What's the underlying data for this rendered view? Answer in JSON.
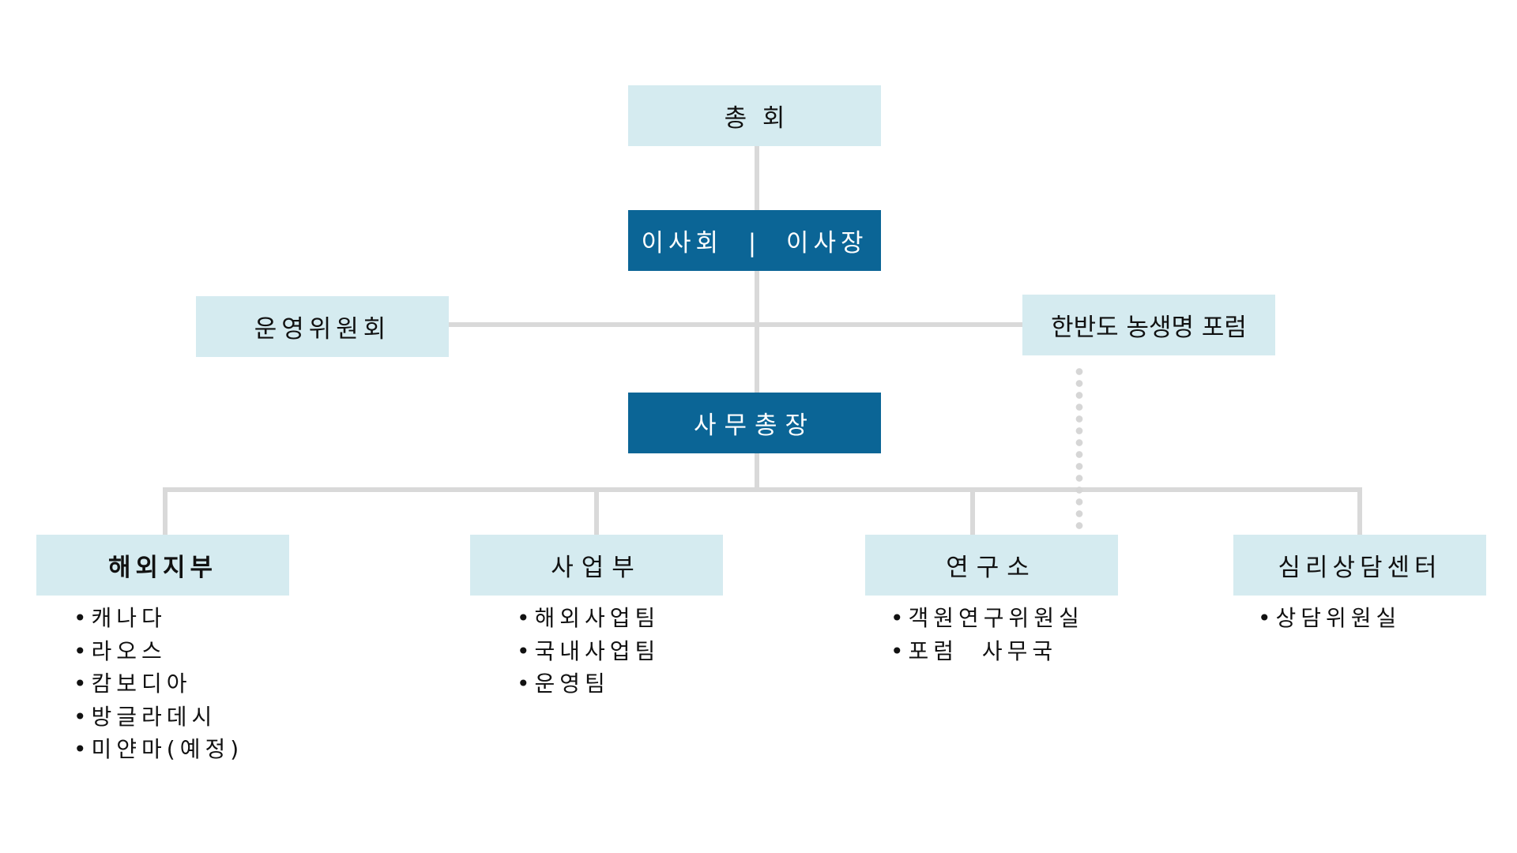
{
  "nodes": {
    "general_assembly": "총  회",
    "board": "이사회  |  이사장",
    "steering_committee": "운영위원회",
    "forum": "한반도 농생명 포럼",
    "secretary_general": "사무총장"
  },
  "departments": [
    {
      "title": "해외지부",
      "items": [
        "캐나다",
        "라오스",
        "캄보디아",
        "방글라데시",
        "미얀마(예정)"
      ]
    },
    {
      "title": "사업부",
      "items": [
        "해외사업팀",
        "국내사업팀",
        "운영팀"
      ]
    },
    {
      "title": "연구소",
      "items": [
        "객원연구위원실",
        "포럼  사무국"
      ]
    },
    {
      "title": "심리상담센터",
      "items": [
        "상담위원실"
      ]
    }
  ],
  "bullet": "•",
  "colors": {
    "light_box": "#d5ebf0",
    "dark_box": "#0b6596",
    "connector": "#d9d9d9"
  }
}
